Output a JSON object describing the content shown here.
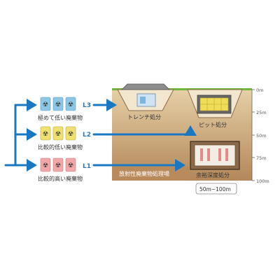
{
  "waste_groups": [
    {
      "level": "L3",
      "label": "極めて低い廃棄物",
      "color": "#8cc8e6",
      "drum_count": 3
    },
    {
      "level": "L2",
      "label": "比較的低い廃棄物",
      "color": "#f0e070",
      "drum_count": 3
    },
    {
      "level": "L1",
      "label": "比較的高い廃棄物",
      "color": "#f2a8a8",
      "drum_count": 3
    }
  ],
  "disposal_types": {
    "trench": "トレンチ処分",
    "pit": "ピット処分",
    "deep": "余裕深度処分"
  },
  "site_label": "放射性廃棄物処理場",
  "depth_range": "50m~100m",
  "depth_ticks": [
    "0m",
    "25m",
    "50m",
    "75m",
    "100m"
  ],
  "icons": {
    "drum": "radioactive-drum-icon",
    "arrow": "flow-arrow-icon"
  },
  "colors": {
    "arrow": "#1a78c2",
    "ground_top": "#e2c79a",
    "ground_bottom": "#b58858",
    "grass": "#6fb83c"
  }
}
